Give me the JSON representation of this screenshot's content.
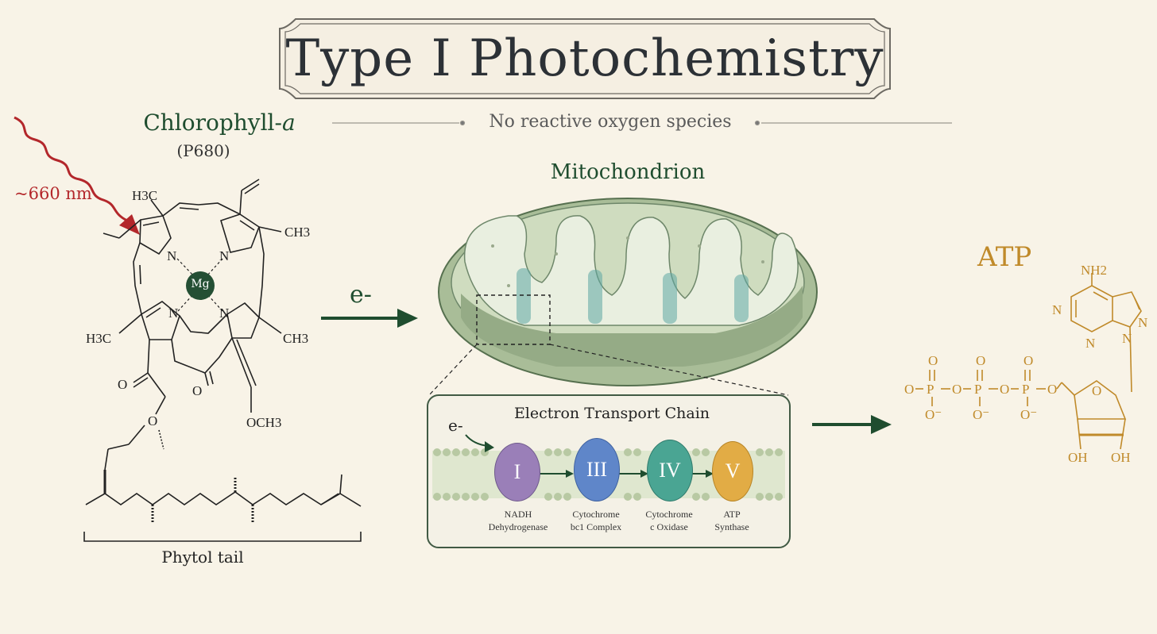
{
  "title": "Type I Photochemistry",
  "subtitle": "No reactive oxygen species",
  "chlorophyll": {
    "name": "Chlorophyll-",
    "name_italic": "a",
    "variant": "(P680)",
    "wavelength": "~660 nm",
    "center_atom": "Mg",
    "tail_label": "Phytol tail",
    "groups": {
      "h3c_top": "H3C",
      "ch3_right_top": "CH3",
      "h3c_left": "H3C",
      "ch3_right": "CH3",
      "ketone_o": "O",
      "ester_o": "O",
      "ring_o": "O",
      "methoxy": "OCH3",
      "n": "N"
    }
  },
  "electron_label": "e-",
  "mitochondrion": {
    "label": "Mitochondrion",
    "etc": {
      "title": "Electron Transport Chain",
      "electron": "e-",
      "complexes": [
        {
          "numeral": "I",
          "name_line1": "NADH",
          "name_line2": "Dehydrogenase",
          "color": "#9a7fb8"
        },
        {
          "numeral": "III",
          "name_line1": "Cytochrome",
          "name_line2": "bc1 Complex",
          "color": "#5f86c9"
        },
        {
          "numeral": "IV",
          "name_line1": "Cytochrome",
          "name_line2": "c Oxidase",
          "color": "#4aa593"
        },
        {
          "numeral": "V",
          "name_line1": "ATP",
          "name_line2": "Synthase",
          "color": "#e2ac45"
        }
      ]
    }
  },
  "atp": {
    "label": "ATP",
    "nh2": "NH2",
    "oh1": "OH",
    "oh2": "OH",
    "o_top": "O",
    "o_minus": "O⁻",
    "p": "P",
    "n": "N"
  },
  "colors": {
    "background": "#f8f3e7",
    "green": "#1f4d2f",
    "red_wave": "#b3272b",
    "atp_gold": "#c08a2a"
  }
}
